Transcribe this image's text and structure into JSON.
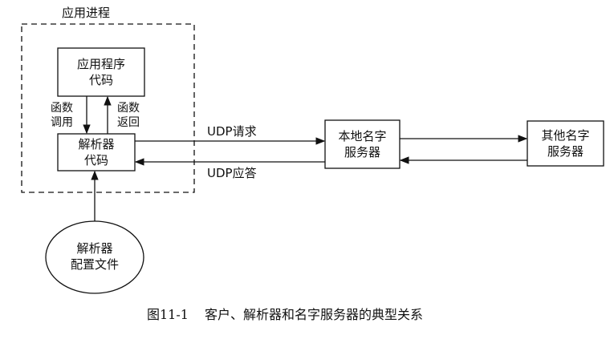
{
  "process_label": "应用进程",
  "app_code": {
    "line1": "应用程序",
    "line2": "代码"
  },
  "call": {
    "line1": "函数",
    "line2": "调用"
  },
  "ret": {
    "line1": "函数",
    "line2": "返回"
  },
  "resolver_code": {
    "line1": "解析器",
    "line2": "代码"
  },
  "udp_request": "UDP请求",
  "udp_reply": "UDP应答",
  "local_server": {
    "line1": "本地名字",
    "line2": "服务器"
  },
  "other_server": {
    "line1": "其他名字",
    "line2": "服务器"
  },
  "resolver_config": {
    "line1": "解析器",
    "line2": "配置文件"
  },
  "caption": {
    "number": "图11-1",
    "text": "客户、解析器和名字服务器的典型关系"
  }
}
